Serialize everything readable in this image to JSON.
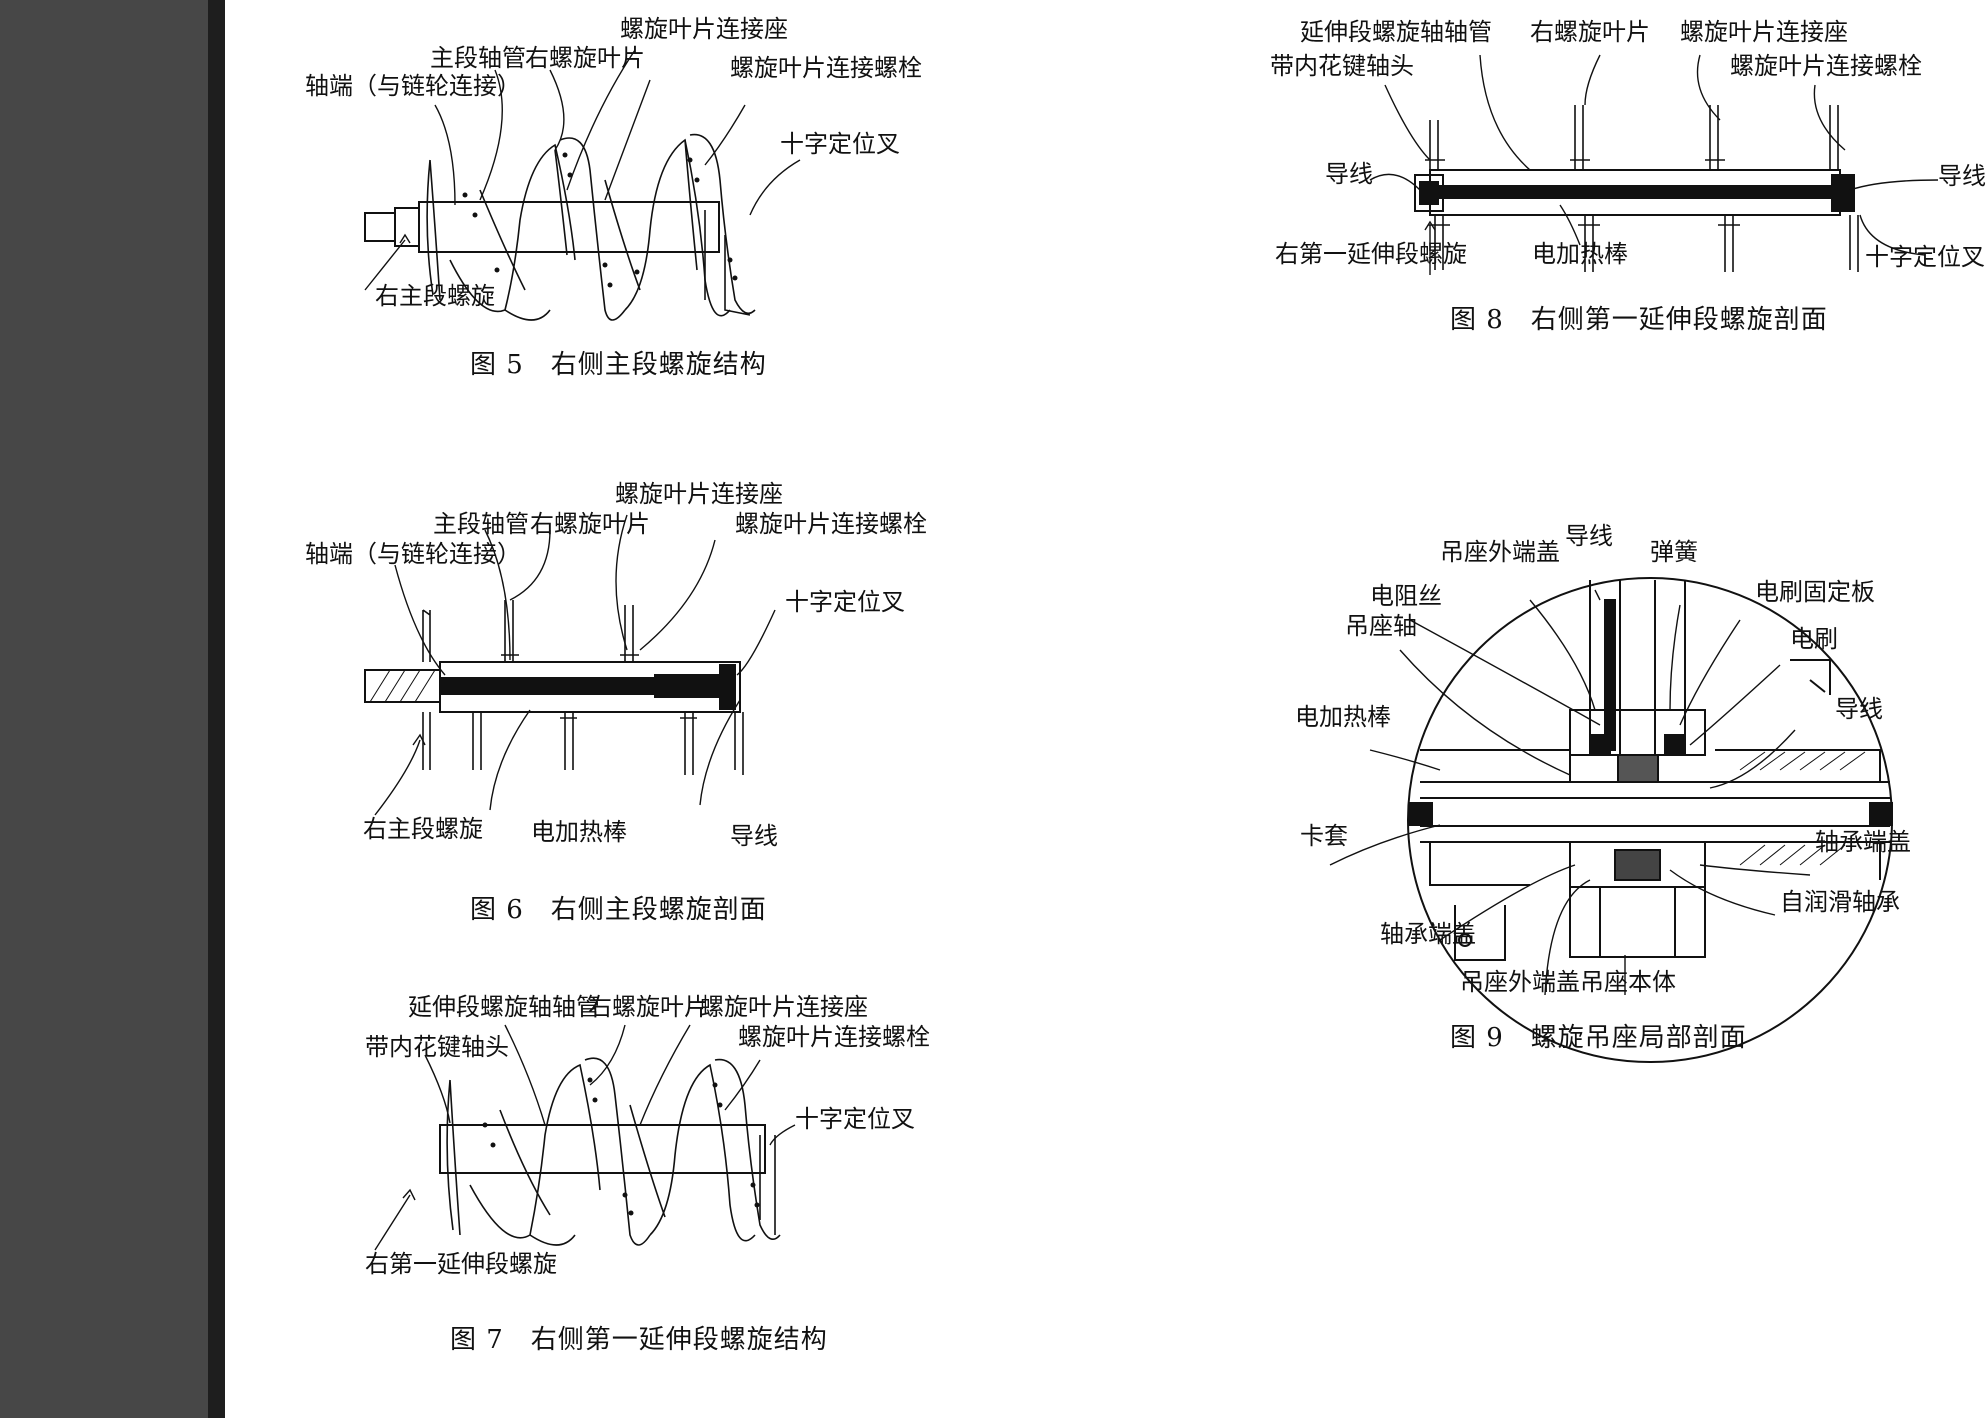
{
  "figures": [
    {
      "caption": "图 5　右侧主段螺旋结构",
      "labels": {
        "seat": "螺旋叶片连接座",
        "tube": "主段轴管",
        "blade": "右螺旋叶片",
        "bolt": "螺旋叶片连接螺栓",
        "shaft_end": "轴端（与链轮连接）",
        "fork": "十字定位叉",
        "screw": "右主段螺旋"
      }
    },
    {
      "caption": "图 6　右侧主段螺旋剖面",
      "labels": {
        "seat": "螺旋叶片连接座",
        "tube": "主段轴管",
        "blade": "右螺旋叶片",
        "bolt": "螺旋叶片连接螺栓",
        "shaft_end": "轴端（与链轮连接）",
        "fork": "十字定位叉",
        "screw": "右主段螺旋",
        "heater": "电加热棒",
        "wire": "导线"
      }
    },
    {
      "caption": "图 7　右侧第一延伸段螺旋结构",
      "labels": {
        "tube": "延伸段螺旋轴轴管",
        "blade": "右螺旋叶片",
        "seat": "螺旋叶片连接座",
        "bolt": "螺旋叶片连接螺栓",
        "head": "带内花键轴头",
        "fork": "十字定位叉",
        "screw": "右第一延伸段螺旋"
      }
    },
    {
      "caption": "图 8　右侧第一延伸段螺旋剖面",
      "labels": {
        "tube": "延伸段螺旋轴轴管",
        "blade": "右螺旋叶片",
        "seat": "螺旋叶片连接座",
        "head": "带内花键轴头",
        "bolt": "螺旋叶片连接螺栓",
        "wire_left": "导线",
        "wire_right": "导线",
        "screw": "右第一延伸段螺旋",
        "heater": "电加热棒",
        "fork": "十字定位叉"
      }
    },
    {
      "caption": "图 9　螺旋吊座局部剖面",
      "labels": {
        "wire_top": "导线",
        "outer_cap_top": "吊座外端盖",
        "spring": "弹簧",
        "resistor": "电阻丝",
        "brush_plate": "电刷固定板",
        "shaft": "吊座轴",
        "brush": "电刷",
        "heater": "电加热棒",
        "wire_right": "导线",
        "sleeve": "卡套",
        "bearing_cap_right": "轴承端盖",
        "bearing": "自润滑轴承",
        "bearing_cap_bottom": "轴承端盖",
        "outer_cap_bottom": "吊座外端盖",
        "body": "吊座本体"
      }
    }
  ]
}
